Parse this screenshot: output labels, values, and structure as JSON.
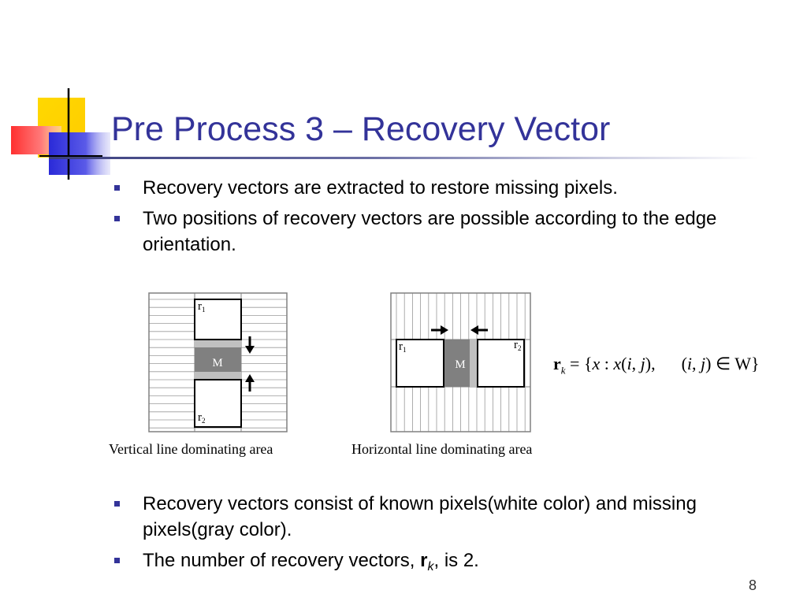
{
  "slide": {
    "title": "Pre Process 3 – Recovery Vector",
    "page_number": "8"
  },
  "top_bullets": [
    "Recovery vectors are extracted to restore missing pixels.",
    "Two positions of recovery vectors are possible according to the edge orientation."
  ],
  "diagrams": {
    "vertical": {
      "caption": "Vertical line dominating area",
      "r1": "r",
      "r1_sub": "1",
      "r2": "r",
      "r2_sub": "2",
      "center": "M"
    },
    "horizontal": {
      "caption": "Horizontal line dominating area",
      "r1": "r",
      "r1_sub": "1",
      "r2": "r",
      "r2_sub": "2",
      "center": "M"
    }
  },
  "formula": {
    "lhs": "r",
    "lhs_sub": "k",
    "eq": " = {",
    "x1": "x",
    "colon": " : ",
    "x2": "x",
    "paren_open": "(",
    "i1": "i",
    "comma1": ", ",
    "j1": "j",
    "paren_close": "),",
    "spacer": "      (",
    "i2": "i",
    "comma2": ", ",
    "j2": "j",
    "tail": ") ∈ W}"
  },
  "bottom_bullets": [
    {
      "text": "Recovery vectors consist of known pixels(white color) and missing pixels(gray color)."
    },
    {
      "before": "The number of recovery vectors, ",
      "r": "r",
      "k": "k",
      "after": ", is 2."
    }
  ],
  "colors": {
    "title": "#333399",
    "bullet": "#333399",
    "missing_pixel": "#808080",
    "boundary_gray": "#c0c0c0"
  }
}
